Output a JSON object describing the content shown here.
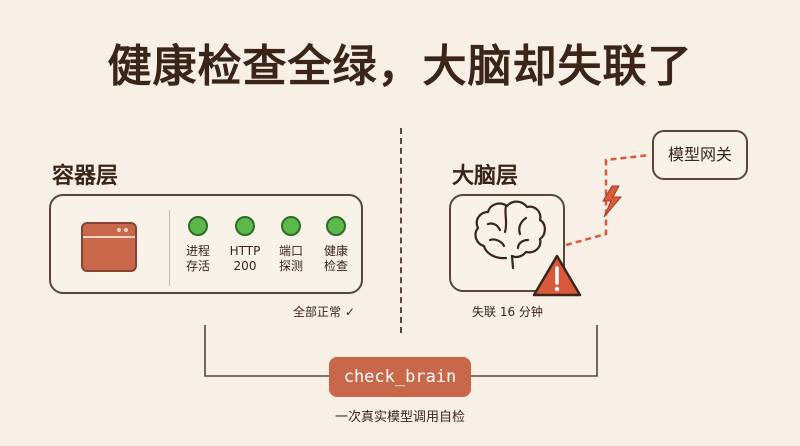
{
  "title": "健康检查全绿，大脑却失联了",
  "container_layer": {
    "label": "容器层",
    "checks": [
      {
        "label": "进程\n存活"
      },
      {
        "label": "HTTP\n200"
      },
      {
        "label": "端口\n探测"
      },
      {
        "label": "健康\n检查"
      }
    ],
    "status": "全部正常 ✓"
  },
  "brain_layer": {
    "label": "大脑层",
    "status": "失联 16 分钟"
  },
  "gateway": {
    "label": "模型网关"
  },
  "self_check": {
    "button": "check_brain",
    "caption": "一次真实模型调用自检"
  },
  "colors": {
    "accent": "#c9674a",
    "healthy": "#5bb94c",
    "alert": "#d85a3a",
    "outline": "#5a463a"
  }
}
